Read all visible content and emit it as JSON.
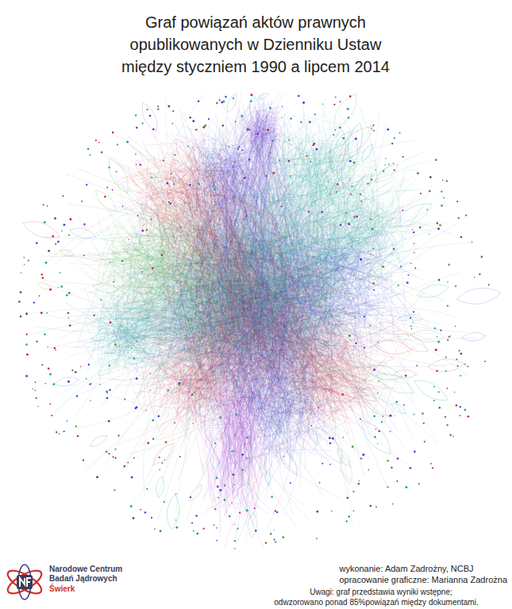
{
  "diagram": {
    "title": "Graf powiązań aktów prawnych opublikowanych w Dzienniku Ustaw między styczniem 1990 a lipcem 2014",
    "labels": [
      "Narodowe Centrum Badań Jądrowych",
      "Świerk",
      "wykonanie: Adam Zadrożny, NCBJ",
      "opracowanie graficzne: Marianna Zadrożna",
      "Uwagi: graf przedstawia wyniki wstępne;",
      "odwzorowano ponad 85%powiązań między dokumentami."
    ]
  }
}
